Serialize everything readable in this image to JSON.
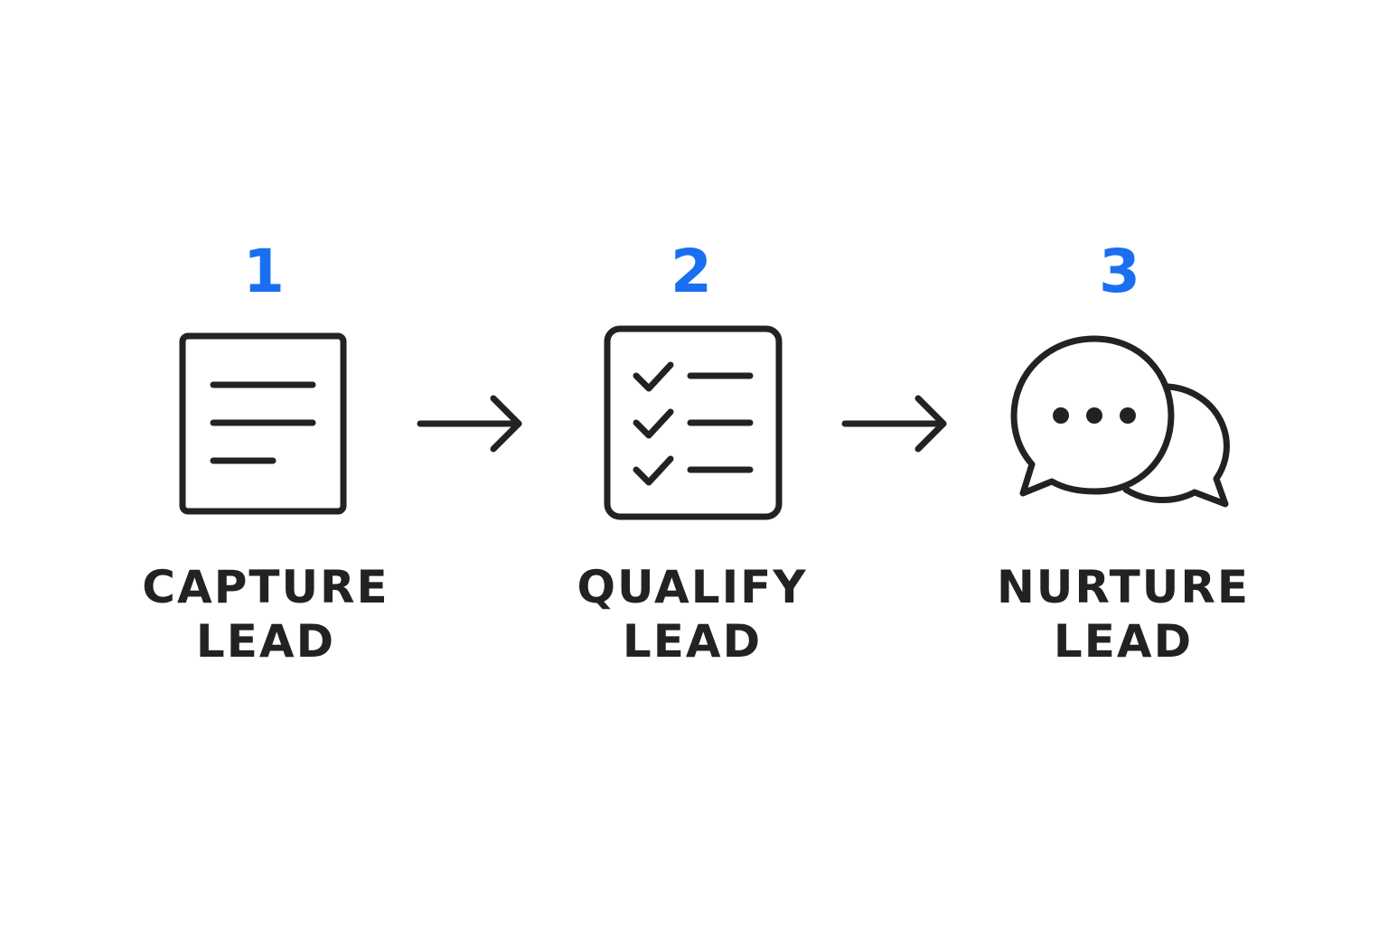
{
  "colors": {
    "accent": "#1a6ff0",
    "ink": "#222222",
    "background": "#ffffff"
  },
  "steps": [
    {
      "number": "1",
      "label_line1": "CAPTURE",
      "label_line2": "LEAD",
      "icon": "document-icon"
    },
    {
      "number": "2",
      "label_line1": "QUALIFY",
      "label_line2": "LEAD",
      "icon": "checklist-icon"
    },
    {
      "number": "3",
      "label_line1": "NURTURE",
      "label_line2": "LEAD",
      "icon": "chat-bubbles-icon"
    }
  ],
  "connectors": [
    {
      "icon": "arrow-right-icon"
    },
    {
      "icon": "arrow-right-icon"
    }
  ]
}
